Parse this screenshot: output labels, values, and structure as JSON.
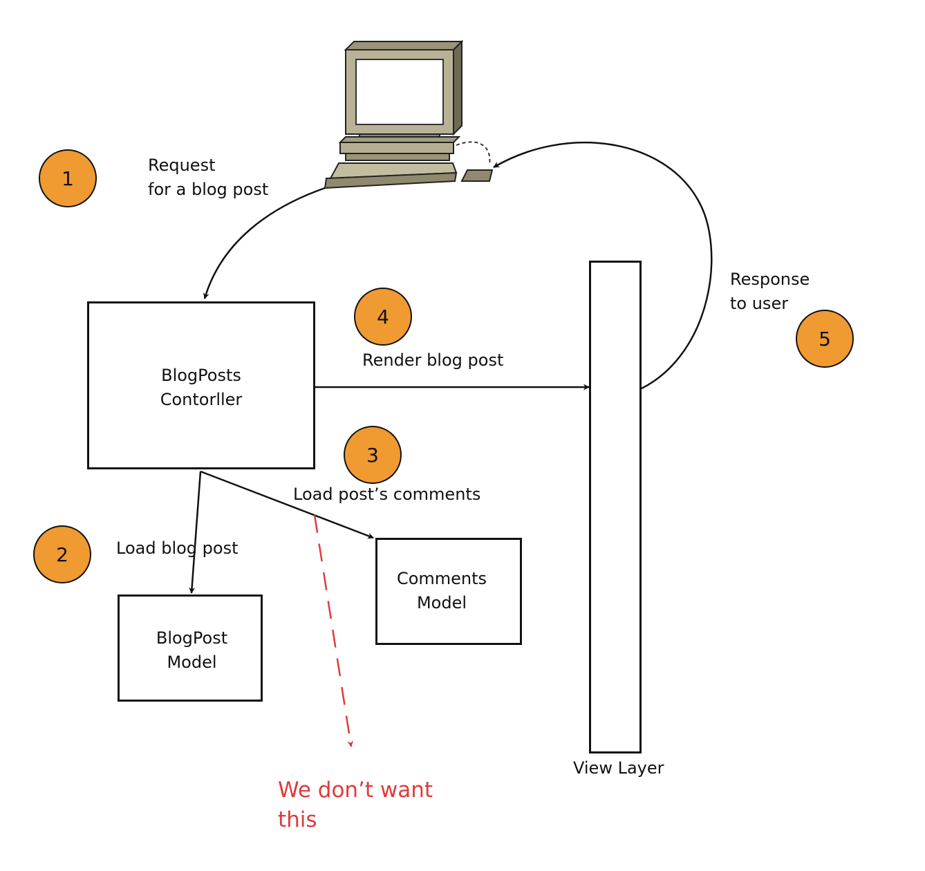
{
  "steps": [
    {
      "number": "1",
      "label_lines": [
        "Request",
        "for a blog post"
      ]
    },
    {
      "number": "2",
      "label_lines": [
        "Load blog post"
      ]
    },
    {
      "number": "3",
      "label_lines": [
        "Load post’s comments"
      ]
    },
    {
      "number": "4",
      "label_lines": [
        "Render blog post"
      ]
    },
    {
      "number": "5",
      "label_lines": [
        "Response",
        "to user"
      ]
    }
  ],
  "boxes": {
    "controller": [
      "BlogPosts",
      "Contorller"
    ],
    "blogpost_model": [
      "BlogPost",
      "Model"
    ],
    "comments_model": [
      "Comments",
      "Model"
    ],
    "view_layer": "View Layer"
  },
  "warning": [
    "We don’t want",
    "this"
  ],
  "icons": {
    "client": "desktop-computer-icon"
  },
  "colors": {
    "badge": "#f09a32",
    "warning": "#e03a3a",
    "stroke": "#111111"
  }
}
